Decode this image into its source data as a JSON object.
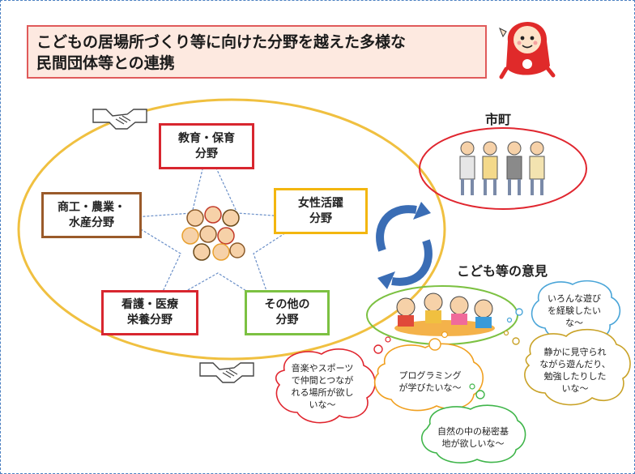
{
  "title": {
    "line1": "こどもの居場所づくり等に向けた分野を越えた多様な",
    "line2": "民間団体等との連携"
  },
  "fields": {
    "education": {
      "line1": "教育・保育",
      "line2": "分野",
      "color": "#d8262f"
    },
    "commerce": {
      "line1": "商工・農業・",
      "line2": "水産分野",
      "color": "#9a5a2a"
    },
    "women": {
      "line1": "女性活躍",
      "line2": "分野",
      "color": "#f3b60f"
    },
    "nursing": {
      "line1": "看護・医療",
      "line2": "栄養分野",
      "color": "#d8262f"
    },
    "other": {
      "line1": "その他の",
      "line2": "分野",
      "color": "#7cc142"
    }
  },
  "municipality_label": "市町",
  "children_opinion_label": "こども等の意見",
  "bubbles": {
    "play": {
      "lines": [
        "いろんな遊び",
        "を経験したい",
        "な～"
      ],
      "color": "#4aa5d8"
    },
    "quiet": {
      "lines": [
        "静かに見守られ",
        "ながら遊んだり、",
        "勉強したりした",
        "いな～"
      ],
      "color": "#c9a227"
    },
    "music": {
      "lines": [
        "音楽やスポーツ",
        "で仲間とつなが",
        "れる場所が欲し",
        "いな～"
      ],
      "color": "#e0262f"
    },
    "programming": {
      "lines": [
        "プログラミング",
        "が学びたいな～"
      ],
      "color": "#f0a020"
    },
    "nature": {
      "lines": [
        "自然の中の秘密基",
        "地が欲しいな～"
      ],
      "color": "#3fb54a"
    }
  },
  "colors": {
    "ring": "#f0c040",
    "municipality_ring": "#e0262f",
    "children_ring": "#7cc142",
    "cycle_arrows": "#3a6db5",
    "title_border": "#e05a5a",
    "title_fill": "#fde9e0"
  },
  "icons": [
    "handshake-icon",
    "mascot-icon",
    "officials-icon",
    "children-icon",
    "cycle-arrows-icon"
  ]
}
